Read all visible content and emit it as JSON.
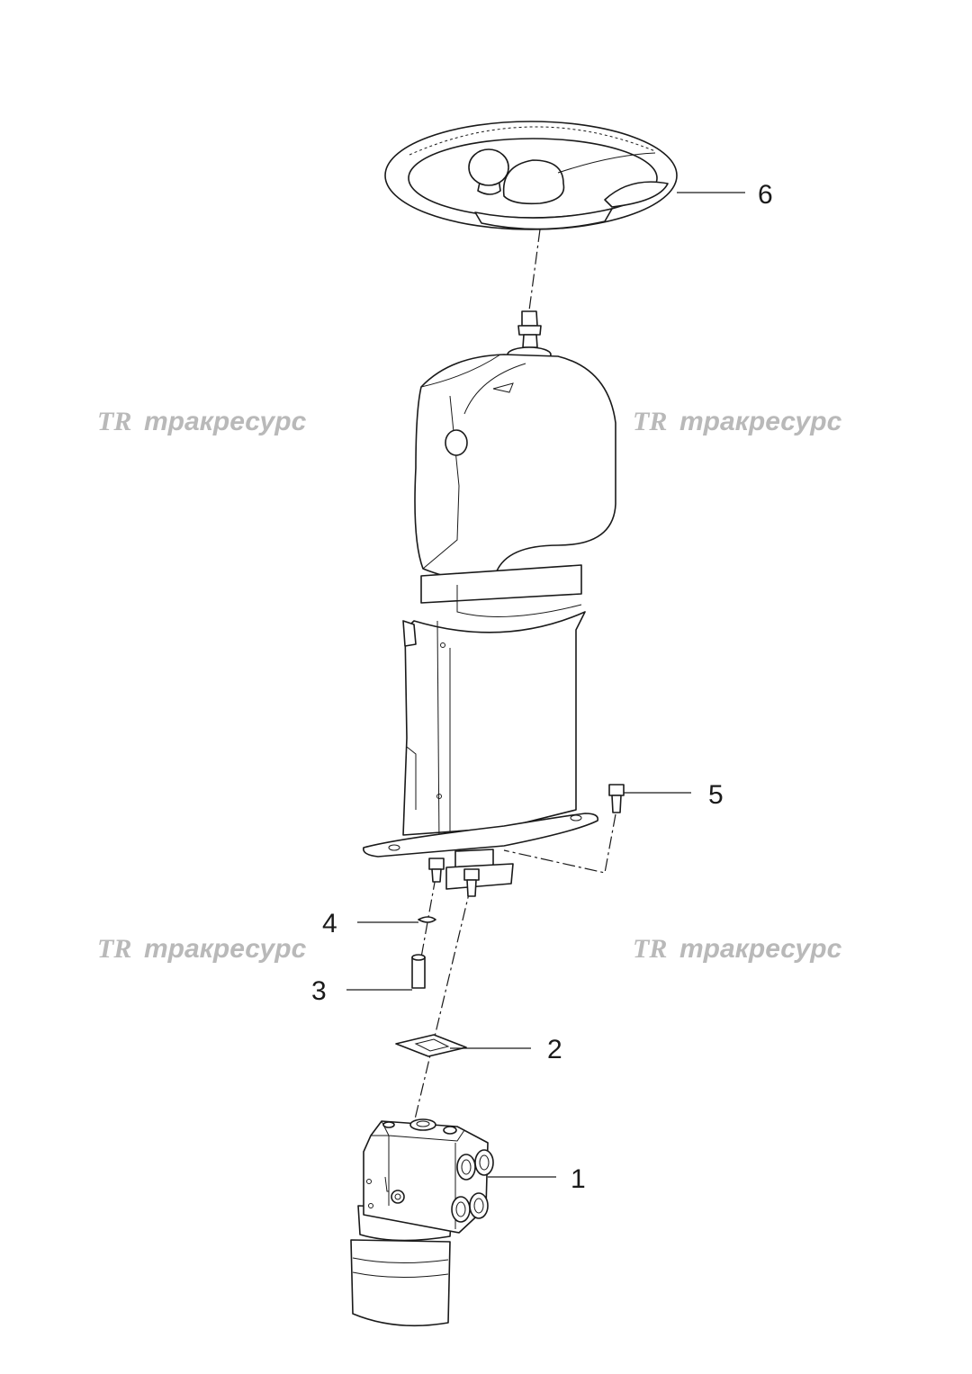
{
  "diagram": {
    "callouts": {
      "c1": "1",
      "c2": "2",
      "c3": "3",
      "c4": "4",
      "c5": "5",
      "c6": "6"
    },
    "watermark": {
      "logo": "TR",
      "text": "тракресурс"
    }
  }
}
